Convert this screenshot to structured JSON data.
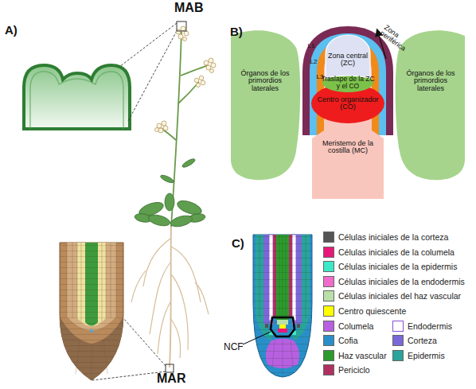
{
  "diagram": {
    "nodes": [
      {
        "text": [
          "Órganos de los primordios laterales"
        ]
      },
      {
        "text": [
          "L1"
        ]
      },
      {
        "text": [
          "L2"
        ]
      },
      {
        "text": [
          "L3"
        ]
      },
      {
        "text": [
          "Zona central (ZC)"
        ]
      },
      {
        "text": [
          "Traslape de la ZC y el CO"
        ]
      },
      {
        "text": [
          "Centro organizador (CO)"
        ]
      },
      {
        "text": [
          "Meristemo de la costilla (MC)"
        ]
      },
      {
        "text": [
          "Órganos de los primordios laterales"
        ]
      }
    ],
    "labels": [
      "A)",
      "MAB",
      "B)",
      "Zona periférica",
      "MAR",
      "C)",
      "NCF"
    ],
    "legend": [
      {
        "text": "Células iniciales de la corteza",
        "color": "#555555"
      },
      {
        "text": "Células iniciales de la columela",
        "color": "#e8177a"
      },
      {
        "text": "Células iniciales de la epidermis",
        "color": "#3de8c8"
      },
      {
        "text": "Células iniciales de la endodermis",
        "color": "#f06ccc"
      },
      {
        "text": "Células iniciales del haz vascular",
        "color": "#b9e0a8"
      },
      {
        "text": "Centro quiescente",
        "color": "#ffff00"
      },
      {
        "text": "Columela",
        "color": "#b760e0"
      },
      {
        "text": "Cofia",
        "color": "#2a8fc8"
      },
      {
        "text": "Haz vascular",
        "color": "#2e9a2e"
      },
      {
        "text": "Periciclo",
        "color": "#b03060"
      },
      {
        "text": "Endodermis"
      },
      {
        "text": "Corteza",
        "color": "#7b68d8"
      },
      {
        "text": "Epidermis",
        "color": "#2aa39a"
      }
    ]
  }
}
